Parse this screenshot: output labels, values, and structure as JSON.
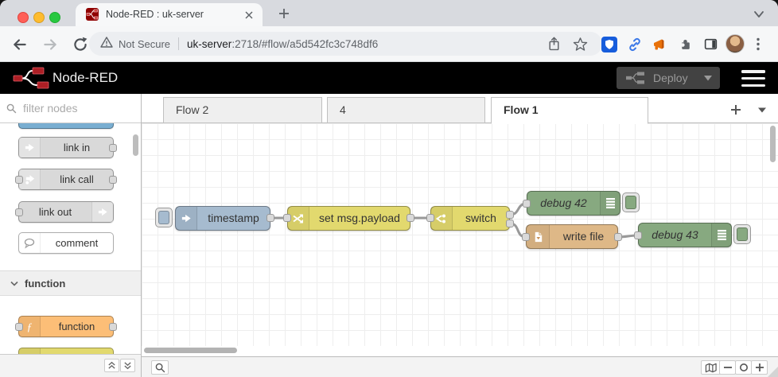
{
  "browser": {
    "tab_title": "Node-RED : uk-server",
    "security_label": "Not Secure",
    "url_host": "uk-server",
    "url_rest": ":2718/#flow/a5d542fc3c748df6"
  },
  "header": {
    "brand": "Node-RED",
    "deploy_label": "Deploy"
  },
  "palette": {
    "filter_placeholder": "filter nodes",
    "category_function": "function",
    "node_link_in": "link in",
    "node_link_call": "link call",
    "node_link_out": "link out",
    "node_comment": "comment",
    "node_function": "function"
  },
  "workspace": {
    "tabs": [
      {
        "label": "Flow 2",
        "active": false
      },
      {
        "label": "4",
        "active": false
      },
      {
        "label": "Flow 1",
        "active": true
      }
    ]
  },
  "flow": {
    "inject_label": "timestamp",
    "change_label": "set msg.payload",
    "switch_label": "switch",
    "debug42_label": "debug 42",
    "write_file_label": "write file",
    "debug43_label": "debug 43"
  },
  "colors": {
    "inject": "#a6bbcf",
    "change_switch": "#e2d96e",
    "debug": "#87a980",
    "file": "#deb887",
    "function": "#fcbe77",
    "link": "#d9d9d9",
    "comment": "#ffffff",
    "header_bg": "#000000",
    "wire": "#999999",
    "bitwarden_blue": "#175ddc",
    "chrome_blue": "#3b78e7",
    "megaphone_orange": "#e8710a"
  },
  "icons": {
    "search": "magnifier",
    "inject": "right-arrow",
    "change": "crossed-arrows",
    "switch": "fork",
    "debug": "message-lines",
    "file": "document",
    "function": "italic-f",
    "comment": "speech-bubble",
    "map": "trifold-map"
  }
}
